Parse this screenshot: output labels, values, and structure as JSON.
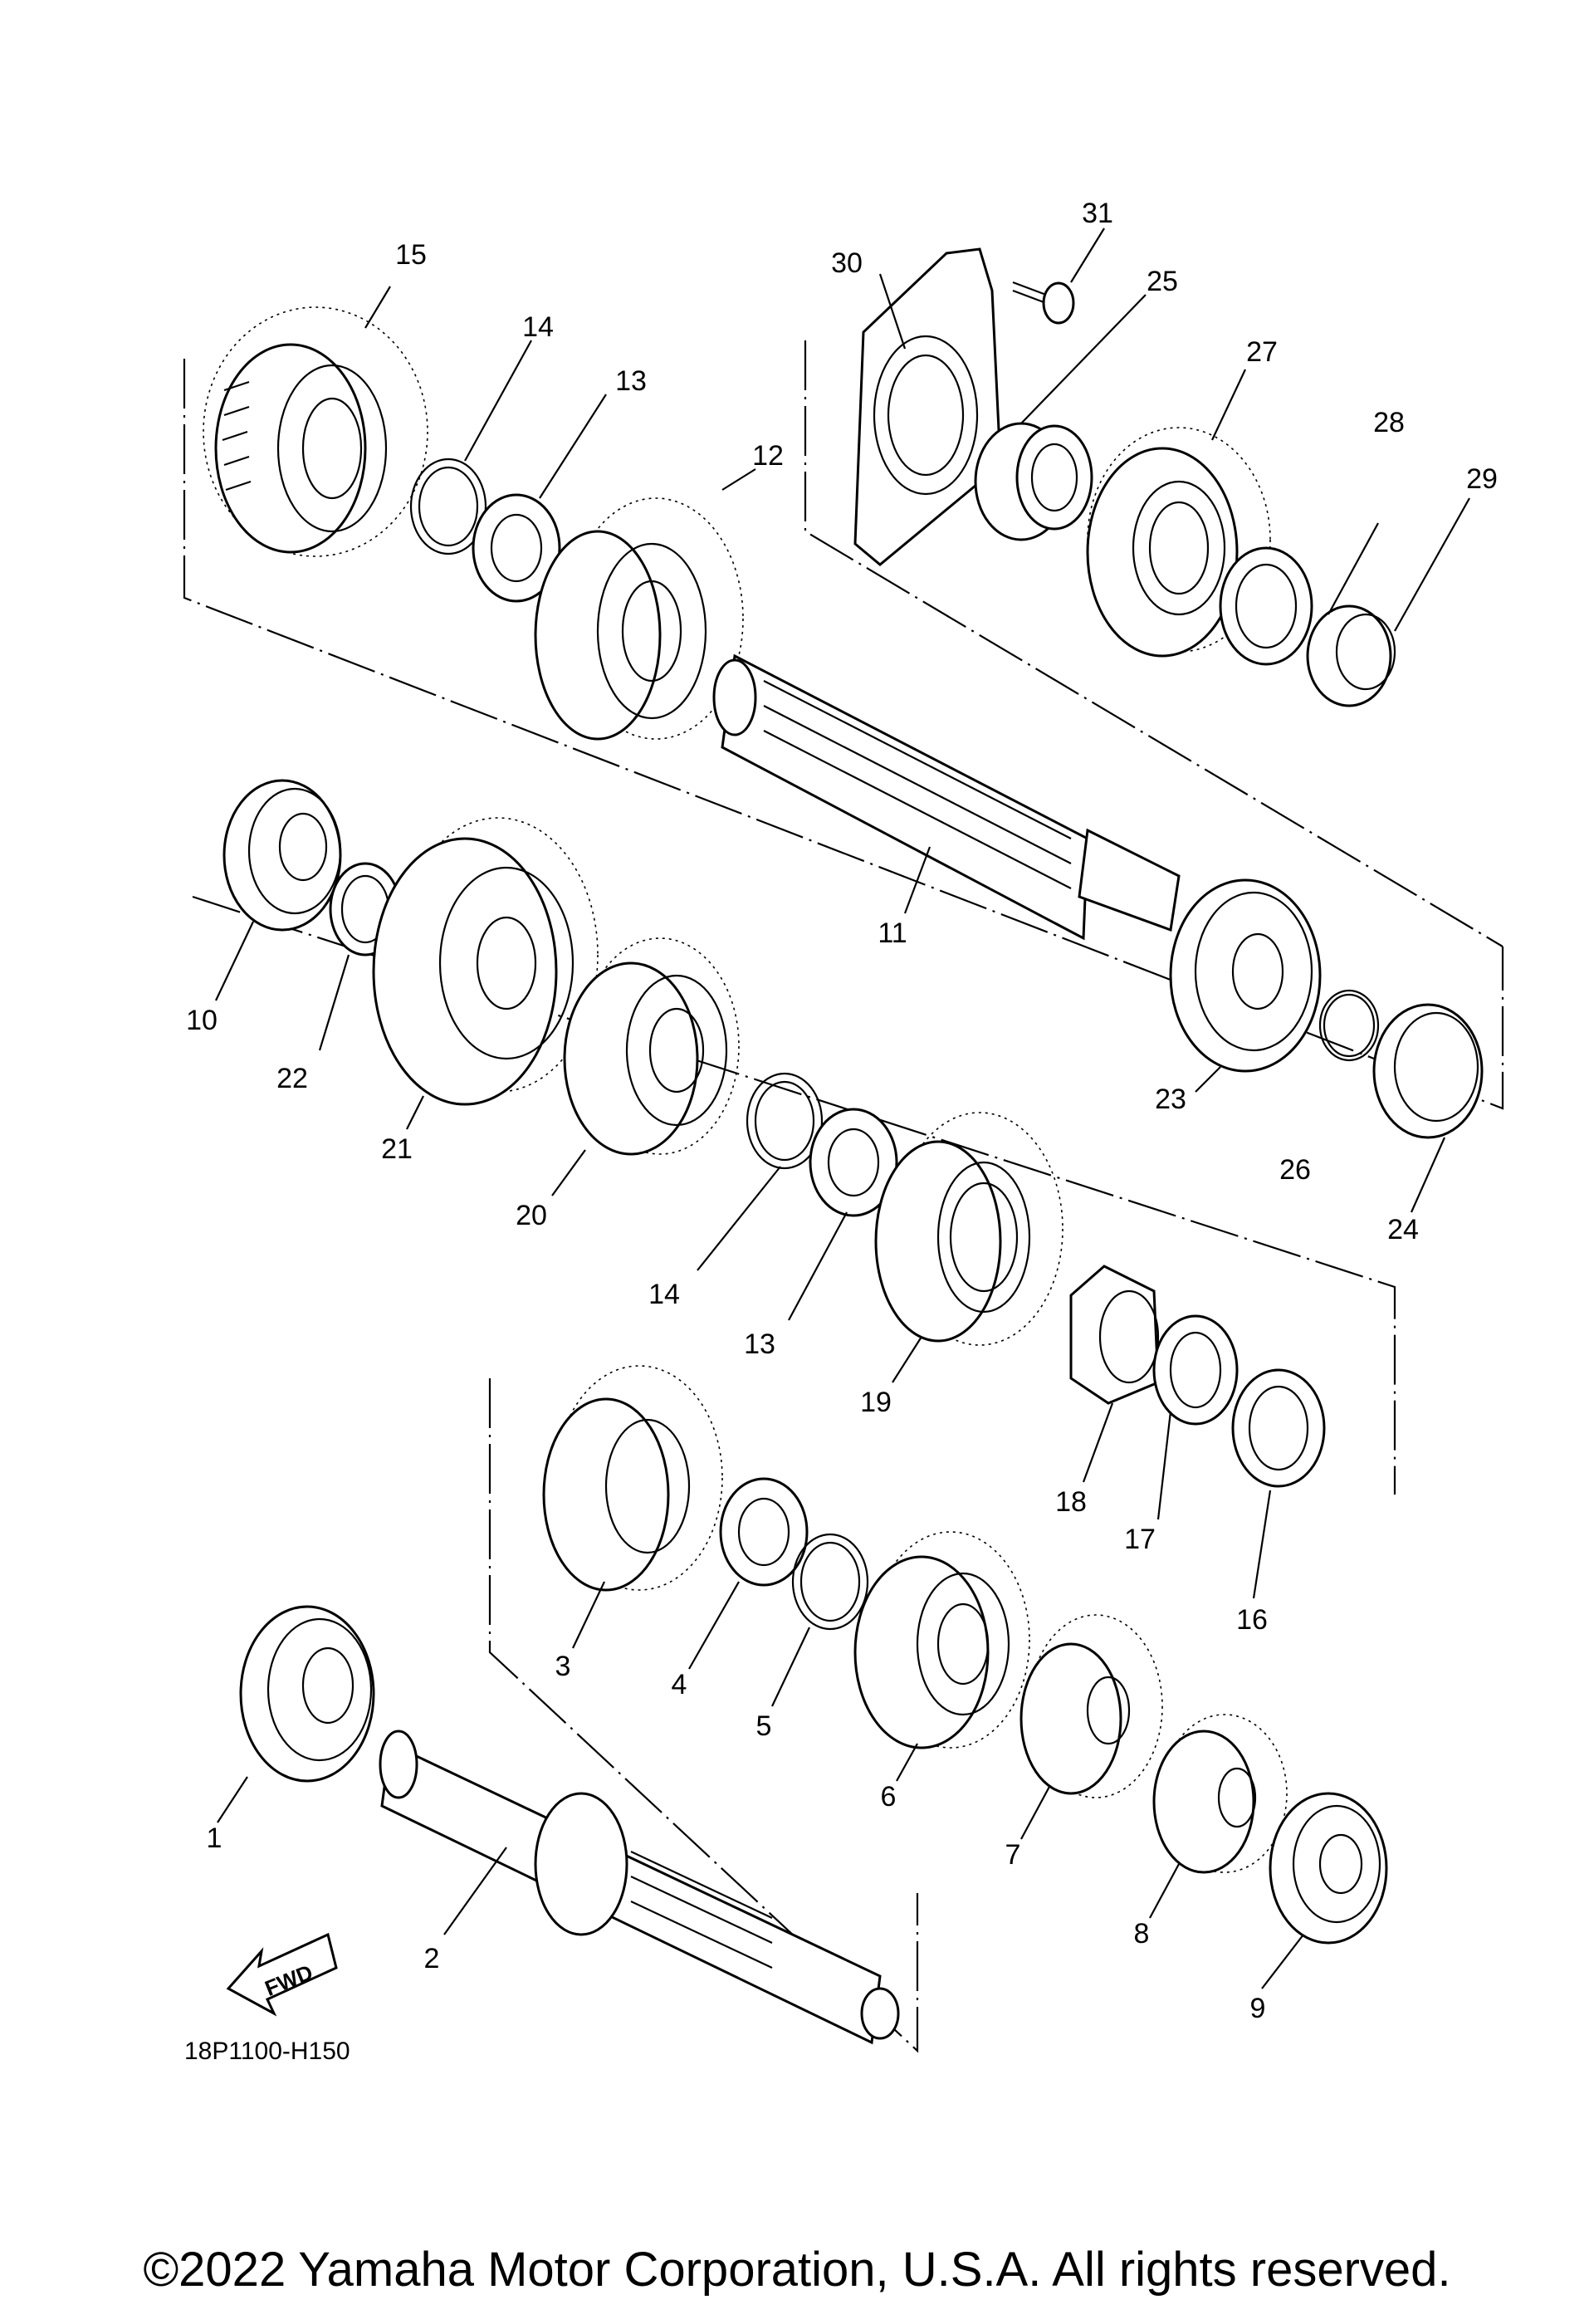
{
  "diagram_code": "18P1100-H150",
  "fwd_label": "FWD",
  "copyright": "©2022 Yamaha Motor Corporation, U.S.A. All rights reserved.",
  "callouts": [
    {
      "key": "c1",
      "label": "1"
    },
    {
      "key": "c2",
      "label": "2"
    },
    {
      "key": "c3",
      "label": "3"
    },
    {
      "key": "c4",
      "label": "4"
    },
    {
      "key": "c5",
      "label": "5"
    },
    {
      "key": "c6",
      "label": "6"
    },
    {
      "key": "c7",
      "label": "7"
    },
    {
      "key": "c8",
      "label": "8"
    },
    {
      "key": "c9",
      "label": "9"
    },
    {
      "key": "c10",
      "label": "10"
    },
    {
      "key": "c11",
      "label": "11"
    },
    {
      "key": "c12",
      "label": "12"
    },
    {
      "key": "c13a",
      "label": "13"
    },
    {
      "key": "c13b",
      "label": "13"
    },
    {
      "key": "c14a",
      "label": "14"
    },
    {
      "key": "c14b",
      "label": "14"
    },
    {
      "key": "c15",
      "label": "15"
    },
    {
      "key": "c16",
      "label": "16"
    },
    {
      "key": "c17",
      "label": "17"
    },
    {
      "key": "c18",
      "label": "18"
    },
    {
      "key": "c19",
      "label": "19"
    },
    {
      "key": "c20",
      "label": "20"
    },
    {
      "key": "c21",
      "label": "21"
    },
    {
      "key": "c22",
      "label": "22"
    },
    {
      "key": "c23",
      "label": "23"
    },
    {
      "key": "c24",
      "label": "24"
    },
    {
      "key": "c25",
      "label": "25"
    },
    {
      "key": "c26",
      "label": "26"
    },
    {
      "key": "c27",
      "label": "27"
    },
    {
      "key": "c28",
      "label": "28"
    },
    {
      "key": "c29",
      "label": "29"
    },
    {
      "key": "c30",
      "label": "30"
    },
    {
      "key": "c31",
      "label": "31"
    }
  ]
}
